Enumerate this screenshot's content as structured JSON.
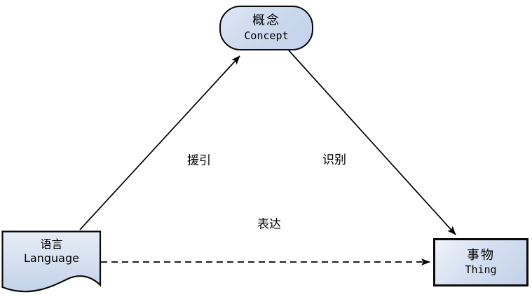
{
  "diagram": {
    "type": "semiotic-triangle",
    "nodes": {
      "concept": {
        "zh": "概念",
        "en": "Concept",
        "shape": "rounded-rectangle"
      },
      "language": {
        "zh": "语言",
        "en": "Language",
        "shape": "document"
      },
      "thing": {
        "zh": "事物",
        "en": "Thing",
        "shape": "rectangle"
      }
    },
    "edges": {
      "cite": {
        "label": "援引",
        "from": "language",
        "to": "concept",
        "style": "solid"
      },
      "identify": {
        "label": "识别",
        "from": "concept",
        "to": "thing",
        "style": "solid"
      },
      "express": {
        "label": "表达",
        "from": "language",
        "to": "thing",
        "style": "dashed"
      }
    },
    "colors": {
      "background": "#ffffff",
      "node_fill_light": "#f0f4fb",
      "node_fill_dark": "#c3d2e9",
      "border": "#0a0a0a",
      "line": "#000000"
    }
  }
}
